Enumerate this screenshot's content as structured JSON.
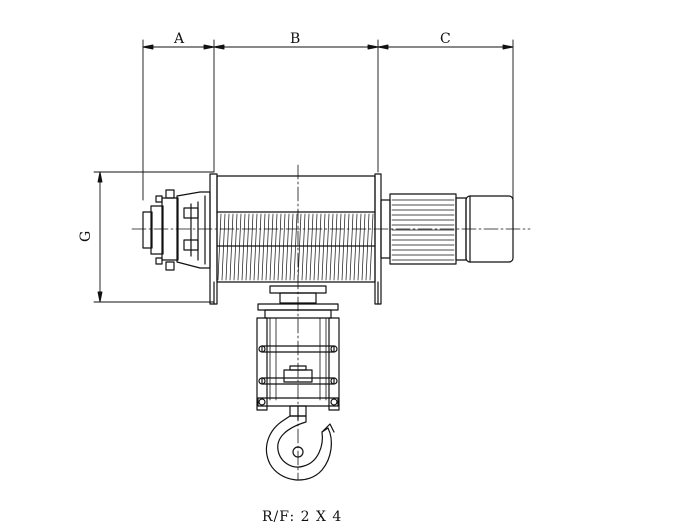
{
  "dimensions": {
    "a": "A",
    "b": "B",
    "c": "C",
    "g": "G"
  },
  "reeving": {
    "label": "R/F:",
    "value": "2 X 4"
  },
  "colors": {
    "line": "#111111",
    "background": "#ffffff"
  }
}
